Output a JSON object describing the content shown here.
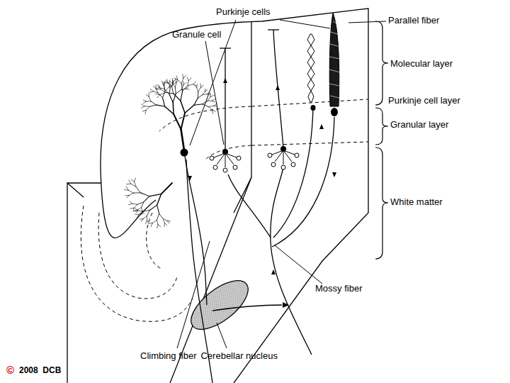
{
  "diagram": {
    "labels": [
      "Purkinje cells",
      "Parallel fiber",
      "Granule cell",
      "Molecular layer",
      "Purkinje cell layer",
      "Granular layer",
      "White matter",
      "Mossy fiber",
      "Climbing fiber",
      "Cerebellar nucleus",
      "©",
      "2008  DCB"
    ]
  }
}
